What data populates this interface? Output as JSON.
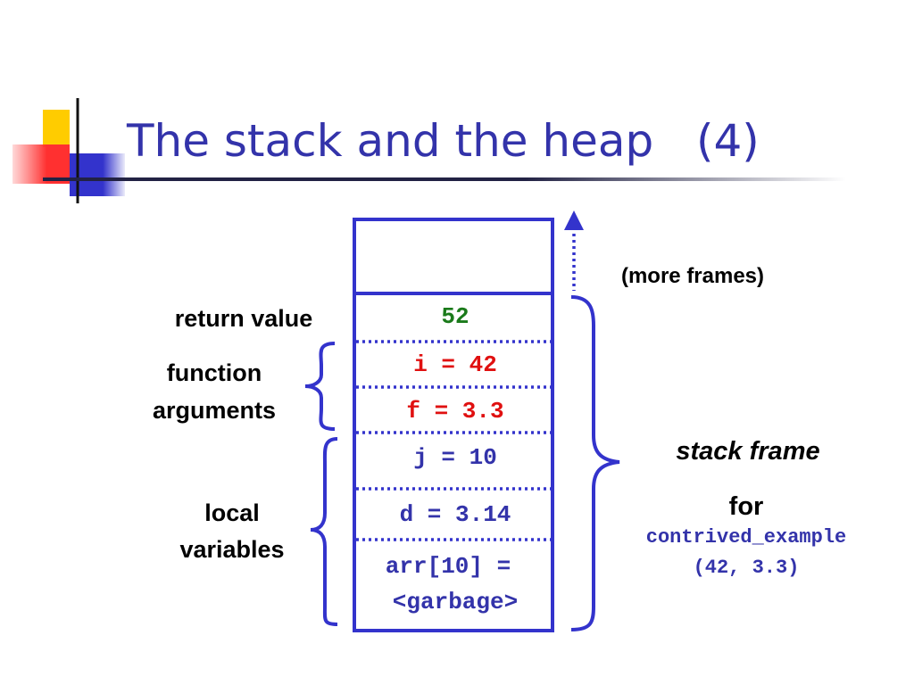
{
  "slide": {
    "title": "The stack and the heap   (4)"
  },
  "stack": {
    "return_value": "52",
    "arg_i": "i = 42",
    "arg_f": "f = 3.3",
    "local_j": "j = 10",
    "local_d": "d = 3.14",
    "local_arr_line1": "arr[10] =",
    "local_arr_line2": "<garbage>"
  },
  "labels": {
    "more_frames": "(more frames)",
    "return_value": "return value",
    "function_arguments_line1": "function",
    "function_arguments_line2": "arguments",
    "local_variables_line1": "local",
    "local_variables_line2": "variables",
    "stack_frame": "stack frame",
    "for": "for",
    "function_call_line1": "contrived_example",
    "function_call_line2": "(42, 3.3)"
  },
  "colors": {
    "frame_blue": "#3333cc",
    "title_blue": "#3333aa",
    "return_green": "#1a7a1a",
    "argument_red": "#e01010"
  }
}
